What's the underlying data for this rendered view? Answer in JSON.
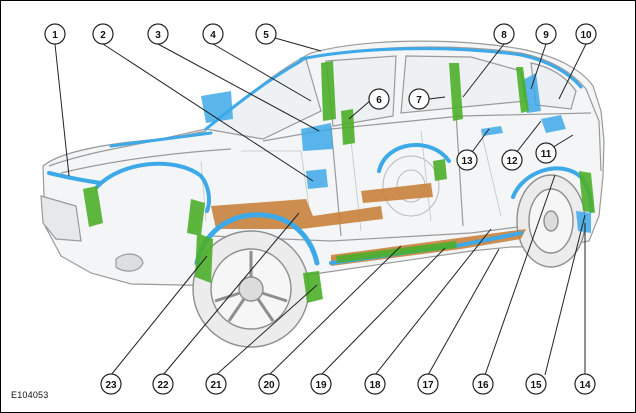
{
  "diagram": {
    "reference_code": "E104053",
    "colors": {
      "cavity_wax": "#3da9e8",
      "sealer": "#4caf2a",
      "underbody": "#c8823e",
      "body_outline": "#9a9a9a",
      "callout_ring": "#222222"
    },
    "callouts": [
      {
        "number": "1"
      },
      {
        "number": "2"
      },
      {
        "number": "3"
      },
      {
        "number": "4"
      },
      {
        "number": "5"
      },
      {
        "number": "6"
      },
      {
        "number": "7"
      },
      {
        "number": "8"
      },
      {
        "number": "9"
      },
      {
        "number": "10"
      },
      {
        "number": "11"
      },
      {
        "number": "12"
      },
      {
        "number": "13"
      },
      {
        "number": "14"
      },
      {
        "number": "15"
      },
      {
        "number": "16"
      },
      {
        "number": "17"
      },
      {
        "number": "18"
      },
      {
        "number": "19"
      },
      {
        "number": "20"
      },
      {
        "number": "21"
      },
      {
        "number": "22"
      },
      {
        "number": "23"
      }
    ]
  }
}
